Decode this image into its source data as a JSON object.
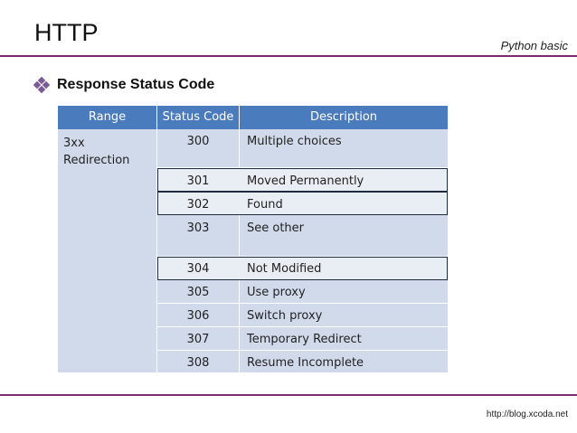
{
  "slide": {
    "title": "HTTP",
    "subtitle": "Python basic",
    "heading": "Response Status Code",
    "footer": "http://blog.xcoda.net"
  },
  "table": {
    "headers": [
      "Range",
      "Status Code",
      "Description"
    ],
    "range_line1": "3xx",
    "range_line2": "Redirection",
    "rows": [
      {
        "code": "300",
        "desc": "Multiple choices"
      },
      {
        "code": "301",
        "desc": "Moved Permanently"
      },
      {
        "code": "302",
        "desc": "Found"
      },
      {
        "code": "303",
        "desc": "See other"
      },
      {
        "code": "304",
        "desc": "Not Modified"
      },
      {
        "code": "305",
        "desc": "Use proxy"
      },
      {
        "code": "306",
        "desc": "Switch proxy"
      },
      {
        "code": "307",
        "desc": "Temporary Redirect"
      },
      {
        "code": "308",
        "desc": "Resume Incomplete"
      }
    ]
  },
  "colors": {
    "accent": "#7b2a6b",
    "header_bg": "#4a7bbd",
    "cell_bg": "#d1daea"
  }
}
